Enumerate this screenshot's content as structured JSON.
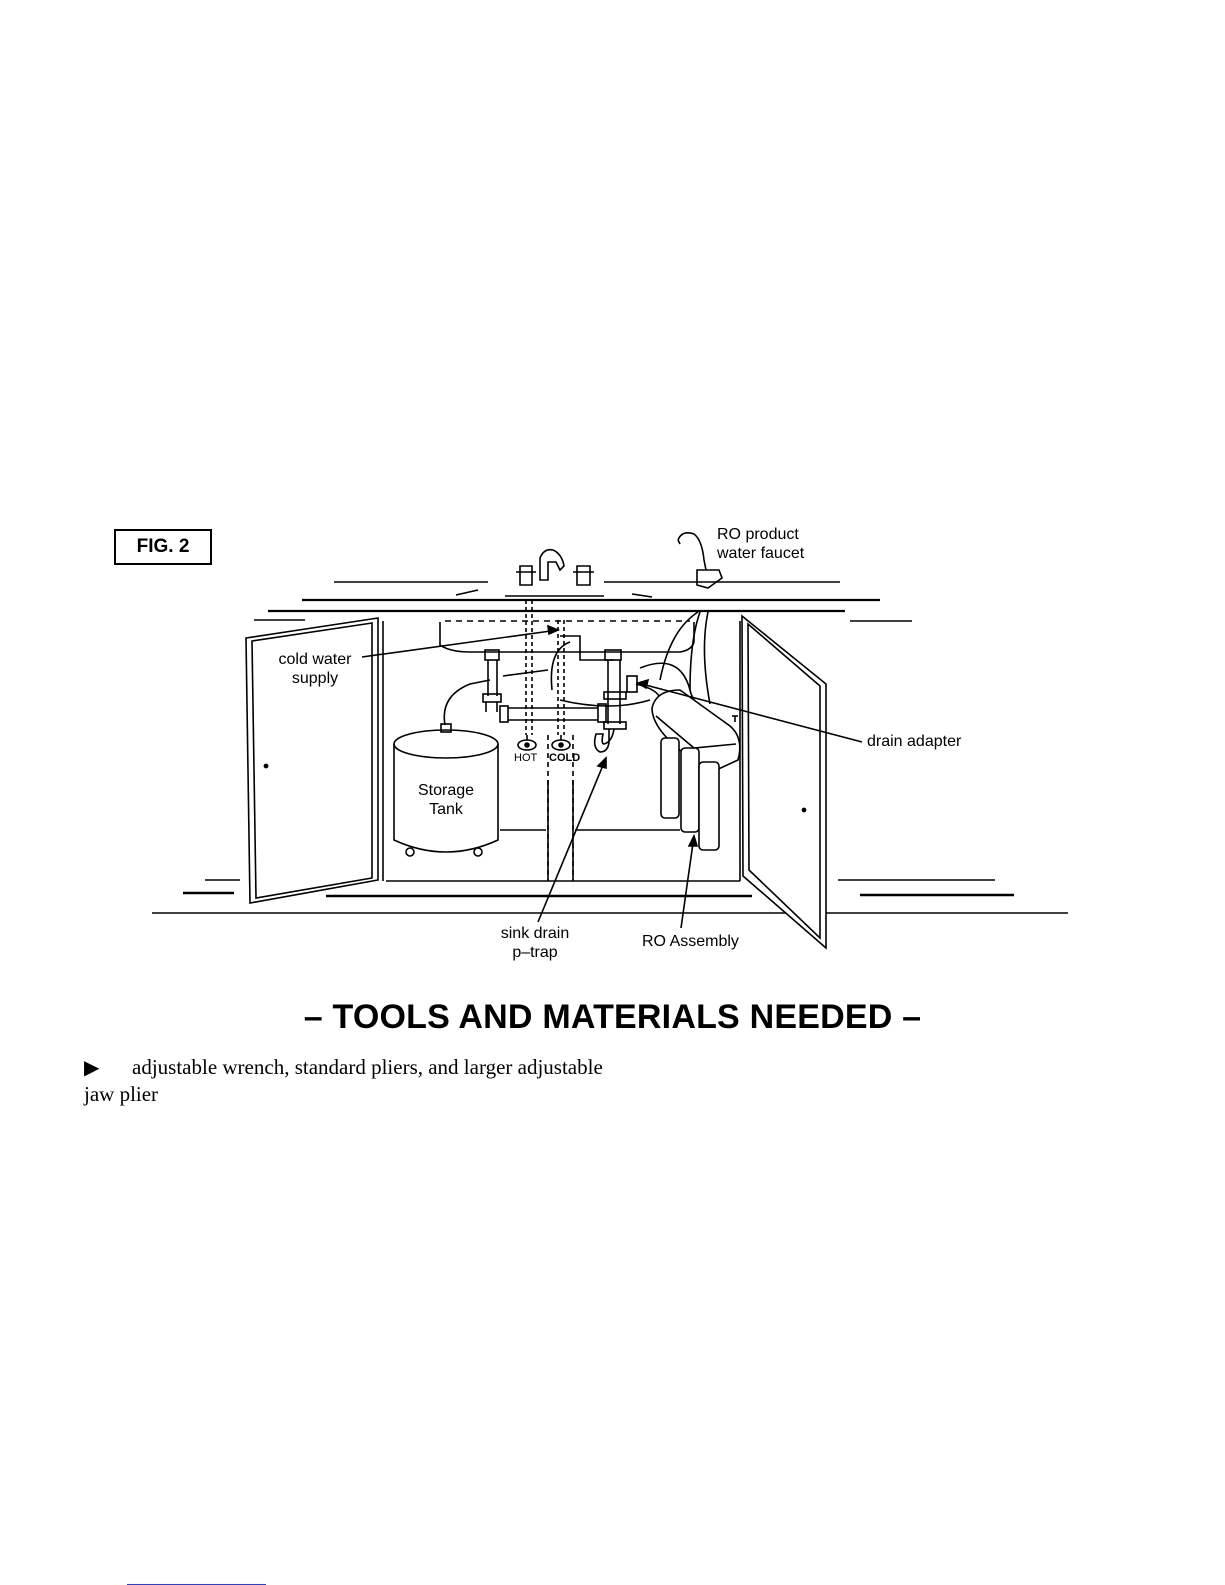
{
  "figure": {
    "label": "FIG. 2",
    "callouts": {
      "ro_faucet_line1": "RO product",
      "ro_faucet_line2": "water faucet",
      "cold_supply_line1": "cold water",
      "cold_supply_line2": "supply",
      "tank_line1": "Storage",
      "tank_line2": "Tank",
      "hot": "HOT",
      "cold": "COLD",
      "drain_adapter": "drain adapter",
      "ptrap_line1": "sink drain",
      "ptrap_line2": "p–trap",
      "ro_assembly": "RO Assembly"
    }
  },
  "section": {
    "heading": "– TOOLS AND MATERIALS NEEDED –",
    "bullet_icon": "right-triangle-icon",
    "bullet_symbol": "▶",
    "item1": "adjustable wrench, standard pliers, and larger adjustable jaw plier"
  }
}
